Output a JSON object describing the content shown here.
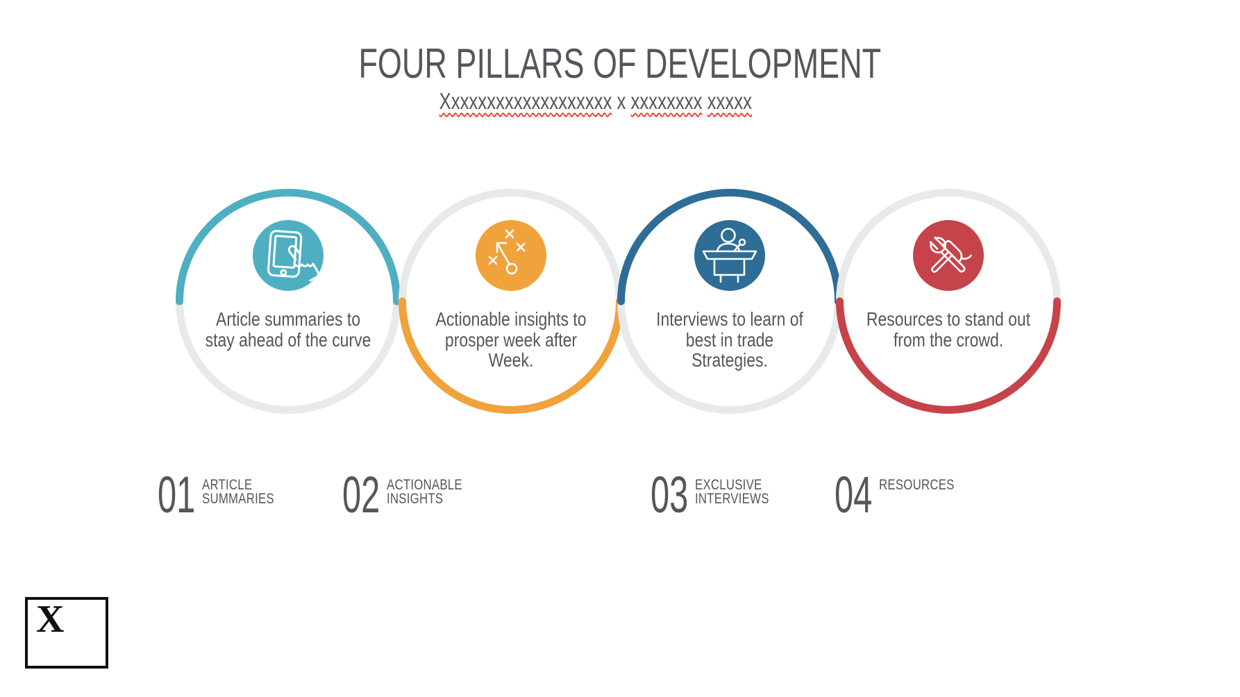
{
  "slide": {
    "title": "FOUR PILLARS OF DEVELOPMENT",
    "subtitle": {
      "word1": "Xxxxxxxxxxxxxxxxxxx",
      "separator": "x",
      "word2": "xxxxxxxx",
      "word3": "xxxxx"
    },
    "pillars": [
      {
        "number": "01",
        "label": "ARTICLE\nSUMMARIES",
        "description": "Article summaries to\nstay ahead of the curve",
        "color": "#4FAEC2",
        "icon": "tablet-touch-icon",
        "arc_position": "top"
      },
      {
        "number": "02",
        "label": "ACTIONABLE\nINSIGHTS",
        "description": "Actionable insights to\nprosper week after\nWeek.",
        "color": "#F0A23B",
        "icon": "strategy-play-icon",
        "arc_position": "bottom"
      },
      {
        "number": "03",
        "label": "EXCLUSIVE\nINTERVIEWS",
        "description": "Interviews to learn of\nbest in trade\nStrategies.",
        "color": "#2D6D96",
        "icon": "speaker-podium-icon",
        "arc_position": "top"
      },
      {
        "number": "04",
        "label": "RESOURCES",
        "description": "Resources to stand out\nfrom the crowd.",
        "color": "#C64349",
        "icon": "hammer-wrench-icon",
        "arc_position": "bottom"
      }
    ],
    "logo": {
      "letter": "X"
    },
    "colors": {
      "ring_gray": "#E8E9EA",
      "text": "#54565A",
      "squiggle_red": "#E8372C",
      "background": "#FFFFFF"
    }
  }
}
